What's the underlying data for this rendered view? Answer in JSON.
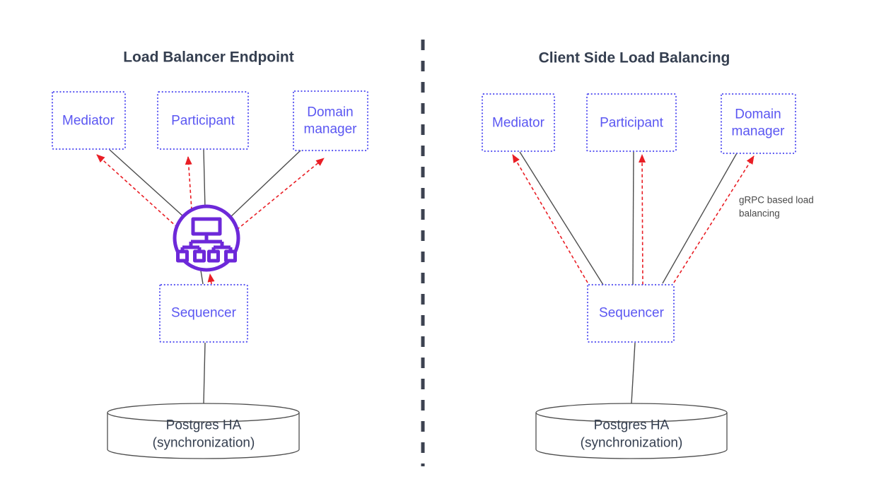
{
  "left": {
    "title": "Load Balancer Endpoint",
    "nodes": {
      "mediator": "Mediator",
      "participant": "Participant",
      "domain_manager": {
        "line1": "Domain",
        "line2": "manager"
      },
      "sequencer": "Sequencer",
      "database": {
        "line1": "Postgres HA",
        "line2": "(synchronization)"
      }
    },
    "icon": "load-balancer-icon"
  },
  "right": {
    "title": "Client Side Load Balancing",
    "nodes": {
      "mediator": "Mediator",
      "participant": "Participant",
      "domain_manager": {
        "line1": "Domain",
        "line2": "manager"
      },
      "sequencer": "Sequencer",
      "database": {
        "line1": "Postgres HA",
        "line2": "(synchronization)"
      }
    },
    "annotation": {
      "line1": "gRPC based load",
      "line2": "balancing"
    }
  },
  "colors": {
    "node_blue": "#5b57f2",
    "load_balancer_purple": "#6d28d9",
    "arrow_red": "#e91e25",
    "connector_dark": "#4d4d4d",
    "title_dark": "#353f50"
  }
}
